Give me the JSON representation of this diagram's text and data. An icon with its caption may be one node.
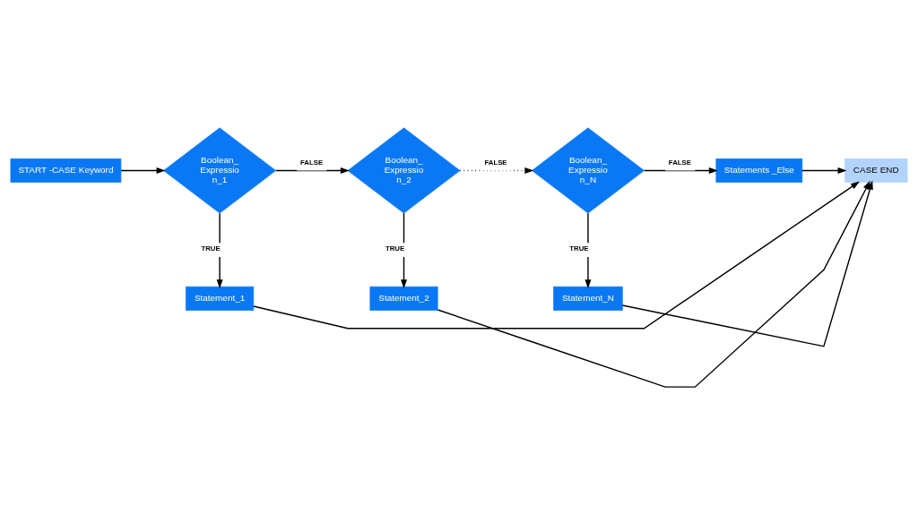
{
  "diagram": {
    "nodes": [
      {
        "text": [
          "START -CASE Keyword"
        ]
      },
      {
        "text": [
          "Boolean_ Expressio n_1"
        ]
      },
      {
        "text": [
          "Boolean_ Expressio n_2"
        ]
      },
      {
        "text": [
          "Boolean_ Expressio n_N"
        ]
      },
      {
        "text": [
          "Statements _Else"
        ]
      },
      {
        "text": [
          "CASE END"
        ]
      },
      {
        "text": [
          "Statement_1"
        ]
      },
      {
        "text": [
          "Statement_2"
        ]
      },
      {
        "text": [
          "Statement_N"
        ]
      }
    ],
    "edges": [
      {
        "from": 0,
        "to": 1,
        "arrow": "to"
      },
      {
        "from": 1,
        "to": 2,
        "arrow": "to",
        "label": "FALSE"
      },
      {
        "from": 2,
        "to": 3,
        "arrow": "to",
        "label": "FALSE",
        "style": "dashed"
      },
      {
        "from": 3,
        "to": 4,
        "arrow": "to",
        "label": "FALSE"
      },
      {
        "from": 4,
        "to": 5,
        "arrow": "to"
      },
      {
        "from": 1,
        "to": 6,
        "arrow": "to",
        "label": "TRUE"
      },
      {
        "from": 2,
        "to": 7,
        "arrow": "to",
        "label": "TRUE"
      },
      {
        "from": 3,
        "to": 8,
        "arrow": "to",
        "label": "TRUE"
      },
      {
        "from": 6,
        "to": 5,
        "arrow": "to"
      },
      {
        "from": 7,
        "to": 5,
        "arrow": "to"
      },
      {
        "from": 8,
        "to": 5,
        "arrow": "to"
      }
    ]
  }
}
